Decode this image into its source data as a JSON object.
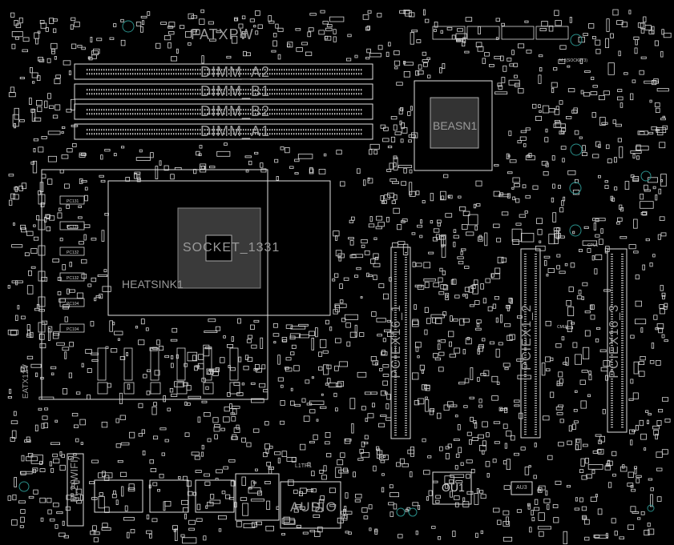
{
  "board": {
    "background": "#000000",
    "trace_color": "#d8d8d8",
    "accent_color": "#2a8f8a",
    "labels": {
      "fatx_top": "FATXPW",
      "dimm_a2": "DIMM_A2",
      "dimm_b1": "DIMM_B1",
      "dimm_b2": "DIMM_B2",
      "dimm_a1": "DIMM_A1",
      "chipset": "BEASN1",
      "socket": "SOCKET_1331",
      "heatsink": "HEATSINK1",
      "pciex16_1": "PCIEX16_1",
      "pciex1_2": "PCIEX1_2",
      "pciex16_3": "PCIEX16_3",
      "m2_wifi": "M.2(WIFI)",
      "audio": "AUDIO",
      "ou1": "OU1",
      "au3": "AU3",
      "eatxpw": "EATX12V",
      "ltr1": "L1TR1",
      "cpu1": "CPU1",
      "cmu1": "CMU1",
      "m2_socket3": "M.2(SOCKET3)",
      "chokes": [
        "PC131",
        "PC131",
        "PC132",
        "PC132",
        "PC104",
        "PC104"
      ]
    }
  }
}
